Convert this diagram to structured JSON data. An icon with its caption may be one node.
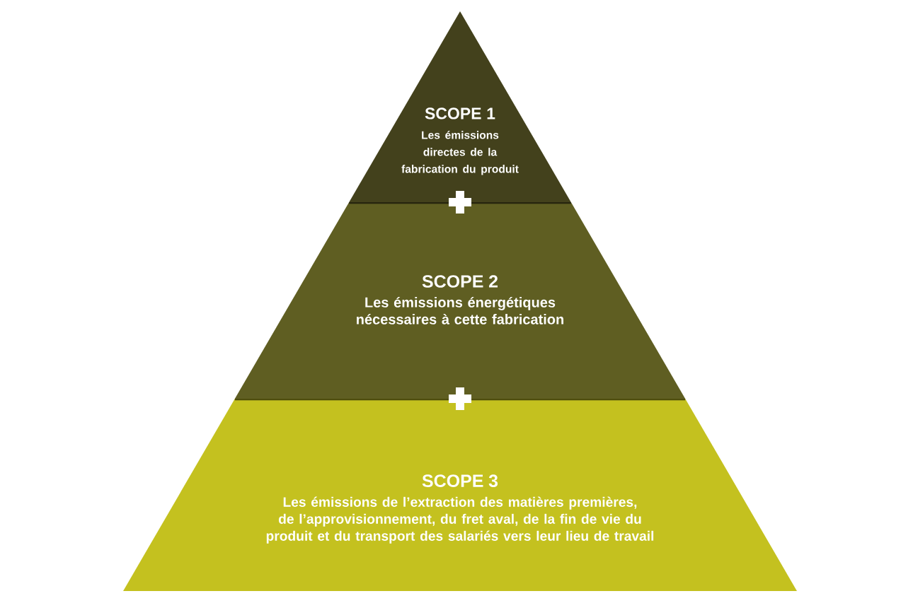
{
  "diagram": {
    "nodes": [
      {
        "text": [
          "SCOPE 1",
          "Les émissions directes de la fabrication du produit"
        ]
      },
      {
        "text": [
          "SCOPE 2",
          "Les émissions énergétiques nécessaires à cette fabrication"
        ]
      },
      {
        "text": [
          "SCOPE 3",
          "Les émissions de l’extraction des matières premières, de l’approvisionnement, du fret aval, de la fin de vie du produit et du transport des salariés vers leur lieu de travail"
        ]
      }
    ]
  }
}
